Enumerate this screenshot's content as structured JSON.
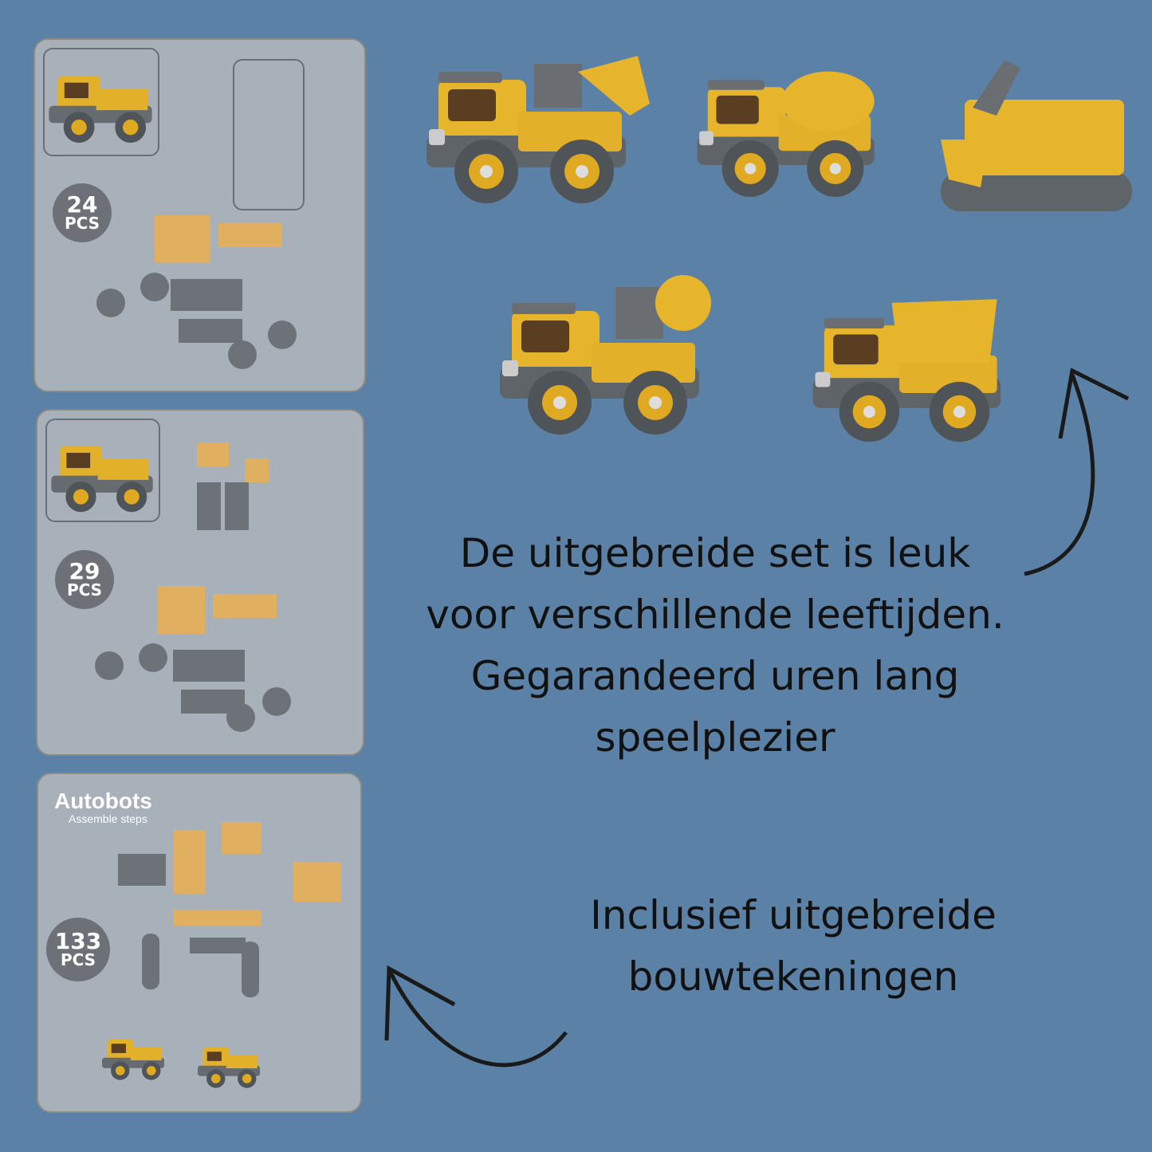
{
  "cards": [
    {
      "count": "24",
      "unit": "PCS"
    },
    {
      "count": "29",
      "unit": "PCS"
    },
    {
      "count": "133",
      "unit": "PCS",
      "title": "Autobots",
      "subtitle": "Assemble steps"
    }
  ],
  "text": {
    "main_lines": [
      "De uitgebreide set is leuk",
      "voor verschillende leeftijden.",
      "Gegarandeerd uren lang",
      "speelplezier"
    ],
    "secondary_lines": [
      "Inclusief uitgebreide",
      "bouwtekeningen"
    ]
  },
  "colors": {
    "background": "#5b82a6",
    "card": "#a8b0ba",
    "toy_yellow": "#e7b52c",
    "toy_grey": "#5f6469"
  }
}
